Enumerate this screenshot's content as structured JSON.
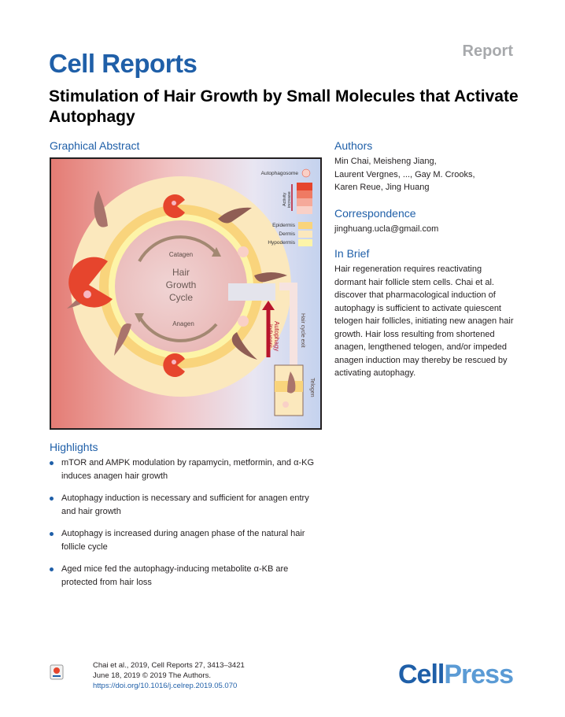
{
  "header": {
    "journal": "Cell Reports",
    "article_type": "Report",
    "title": "Stimulation of Hair Growth by Small Molecules that Activate Autophagy"
  },
  "graphical_abstract": {
    "heading": "Graphical Abstract",
    "center_label_1": "Hair",
    "center_label_2": "Growth",
    "center_label_3": "Cycle",
    "catagen": "Catagen",
    "anagen": "Anagen",
    "inducers_1": "Autophagy",
    "inducers_2": "inducers",
    "exit_label": "Hair cycle exit",
    "telogen": "Telogen",
    "legend_autophagosome": "Autophagosome",
    "legend_activity_1": "Activity",
    "legend_activity_2": "increase",
    "legend_epidermis": "Epidermis",
    "legend_dermis": "Dermis",
    "legend_hypodermis": "Hypodermis",
    "colors": {
      "epidermis": "#f9d47c",
      "dermis": "#fbe8bd",
      "hypodermis": "#fdf4a8",
      "activity": [
        "#e6452d",
        "#ef7a63",
        "#f5a99a",
        "#f9d0c7"
      ],
      "arrow_red": "#b8142b"
    }
  },
  "authors": {
    "heading": "Authors",
    "line1": "Min Chai, Meisheng Jiang,",
    "line2": "Laurent Vergnes, ..., Gay M. Crooks,",
    "line3": "Karen Reue, Jing Huang"
  },
  "correspondence": {
    "heading": "Correspondence",
    "email": "jinghuang.ucla@gmail.com"
  },
  "in_brief": {
    "heading": "In Brief",
    "text": "Hair regeneration requires reactivating dormant hair follicle stem cells. Chai et al. discover that pharmacological induction of autophagy is sufficient to activate quiescent telogen hair follicles, initiating new anagen hair growth. Hair loss resulting from shortened anagen, lengthened telogen, and/or impeded anagen induction may thereby be rescued by activating autophagy."
  },
  "highlights": {
    "heading": "Highlights",
    "items": [
      "mTOR and AMPK modulation by rapamycin, metformin, and α-KG induces anagen hair growth",
      "Autophagy induction is necessary and sufficient for anagen entry and hair growth",
      "Autophagy is increased during anagen phase of the natural hair follicle cycle",
      "Aged mice fed the autophagy-inducing metabolite α-KB are protected from hair loss"
    ]
  },
  "footer": {
    "citation": "Chai et al., 2019, Cell Reports 27, 3413–3421",
    "date": "June 18, 2019 © 2019 The Authors.",
    "doi": "https://doi.org/10.1016/j.celrep.2019.05.070",
    "publisher_a": "Cell",
    "publisher_b": "Press",
    "logo_icon": "check-for-updates-icon"
  }
}
